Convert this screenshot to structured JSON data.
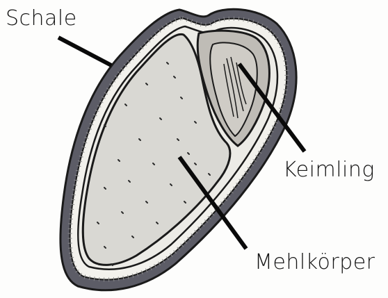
{
  "labels": {
    "schale": "Schale",
    "keimling": "Keimling",
    "mehlkoerper": "Mehlkörper"
  },
  "colors": {
    "outline": "#1a1a1a",
    "shell_band": "#5c5c66",
    "endosperm_fill": "#d9d8d3",
    "embryo_fill": "#cfccc6",
    "background": "#fdfdfc"
  }
}
